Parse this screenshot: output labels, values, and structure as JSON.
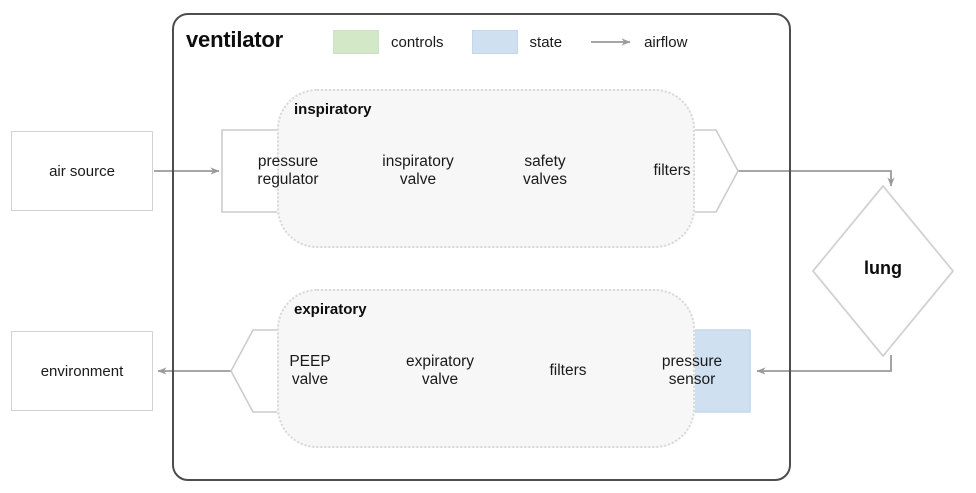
{
  "diagram": {
    "title": "ventilator",
    "legend": [
      {
        "name": "controls",
        "swatch_color": "#d3e8c7",
        "border_color": "#bcd6ae",
        "type": "swatch"
      },
      {
        "name": "state",
        "swatch_color": "#cfe0f0",
        "border_color": "#b3cde4",
        "type": "swatch"
      },
      {
        "name": "airflow",
        "type": "arrow",
        "color": "#9a9a9a"
      }
    ],
    "external_nodes": [
      {
        "id": "air-source",
        "label": "air source",
        "shape": "rect"
      },
      {
        "id": "environment",
        "label": "environment",
        "shape": "rect"
      },
      {
        "id": "lung",
        "label": "lung",
        "shape": "diamond"
      }
    ],
    "groups": [
      {
        "id": "inspiratory",
        "label": "inspiratory",
        "direction": "left-to-right",
        "stages": [
          {
            "label": "pressure regulator",
            "line1": "pressure",
            "line2": "regulator",
            "fill": "white",
            "category": "none"
          },
          {
            "label": "inspiratory valve",
            "line1": "inspiratory",
            "line2": "valve",
            "fill": "#d3e8c7",
            "category": "controls"
          },
          {
            "label": "safety valves",
            "line1": "safety",
            "line2": "valves",
            "fill": "white",
            "category": "none"
          },
          {
            "label": "filters",
            "line1": "filters",
            "line2": "",
            "fill": "white",
            "category": "none"
          }
        ]
      },
      {
        "id": "expiratory",
        "label": "expiratory",
        "direction": "right-to-left",
        "stages": [
          {
            "label": "pressure sensor",
            "line1": "pressure",
            "line2": "sensor",
            "fill": "#cfe0f0",
            "category": "state"
          },
          {
            "label": "filters",
            "line1": "filters",
            "line2": "",
            "fill": "white",
            "category": "none"
          },
          {
            "label": "expiratory valve",
            "line1": "expiratory",
            "line2": "valve",
            "fill": "#d3e8c7",
            "category": "controls"
          },
          {
            "label": "PEEP valve",
            "line1": "PEEP",
            "line2": "valve",
            "fill": "white",
            "category": "none"
          }
        ]
      }
    ],
    "connections": [
      {
        "from": "air source",
        "to": "pressure regulator",
        "label": "airflow"
      },
      {
        "from": "filters",
        "to": "lung",
        "label": "airflow"
      },
      {
        "from": "lung",
        "to": "pressure sensor",
        "label": "airflow"
      },
      {
        "from": "PEEP valve",
        "to": "environment",
        "label": "airflow"
      }
    ],
    "colors": {
      "controls": "#d3e8c7",
      "state": "#cfe0f0",
      "container_border": "#4d4d4d",
      "group_fill": "#f7f7f7",
      "group_border": "#d8d8d8",
      "chevron_border": "#cccccc",
      "arrow": "#9a9a9a",
      "node_border": "#d2d2d2"
    }
  }
}
